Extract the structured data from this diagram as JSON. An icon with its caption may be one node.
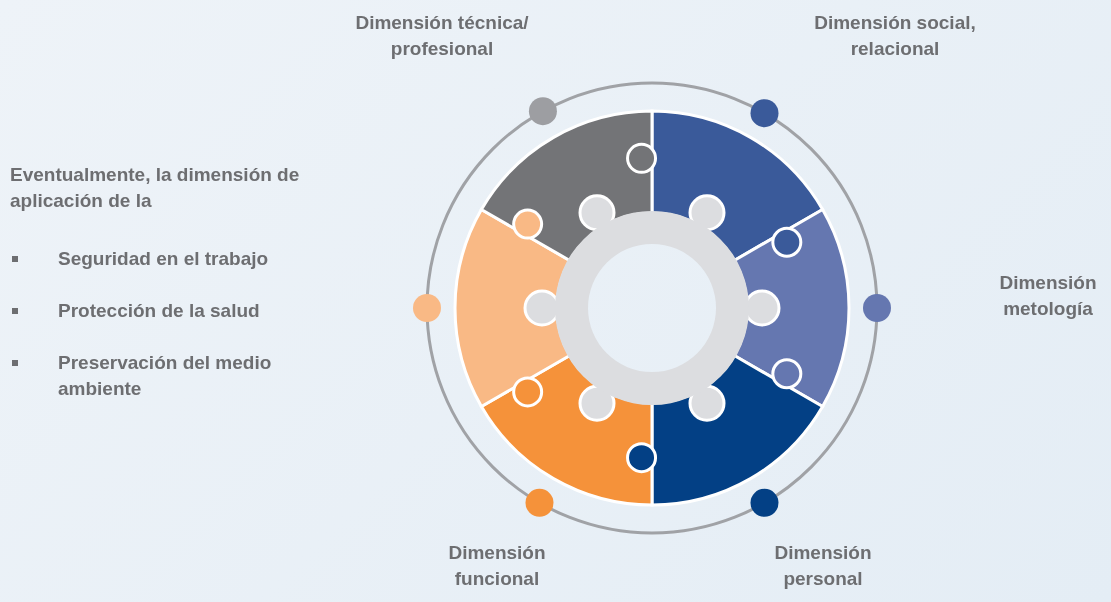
{
  "diagram": {
    "labels": [
      "Dimensión técnica/ profesional",
      "Dimensión social, relacional",
      "Eventualmente, la dimensión de aplicación de la",
      "Seguridad en el trabajo",
      "Protección de la salud",
      "Preservación del medio ambiente",
      "Dimensión metología",
      "Dimensión funcional",
      "Dimensión personal"
    ]
  }
}
